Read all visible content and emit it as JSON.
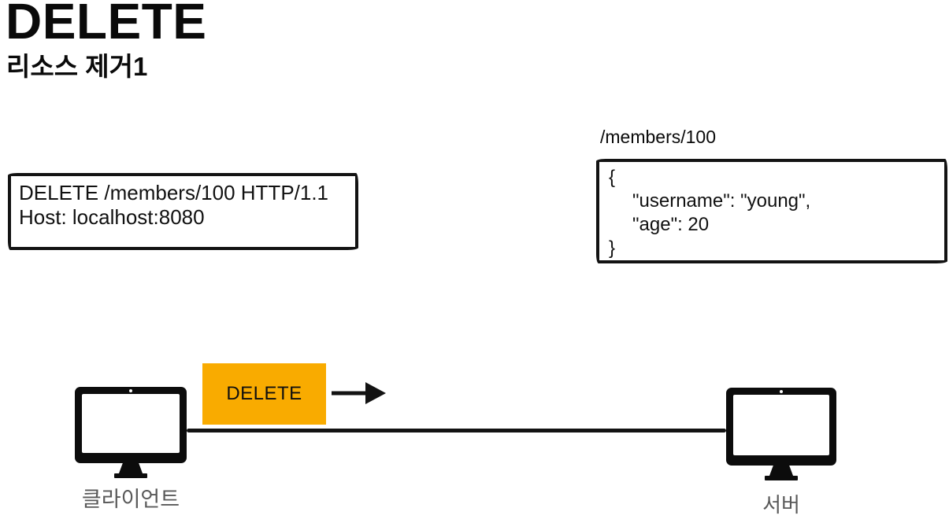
{
  "slide": {
    "title": "DELETE",
    "subtitle": "리소스 제거1"
  },
  "request_box": {
    "lines": [
      "DELETE /members/100 HTTP/1.1",
      "Host: localhost:8080"
    ]
  },
  "server_resource": {
    "path": "/members/100",
    "json_lines": [
      "{",
      "\"username\": \"young\",",
      "\"age\": 20",
      "}"
    ]
  },
  "flow": {
    "method": "DELETE",
    "client_label": "클라이언트",
    "server_label": "서버"
  },
  "icons": {
    "client": "monitor-icon",
    "server": "monitor-icon",
    "request_direction": "right-arrow-icon"
  },
  "colors": {
    "method_fill": "#F9AB00",
    "ink": "#131313",
    "muted_label": "#595959"
  }
}
